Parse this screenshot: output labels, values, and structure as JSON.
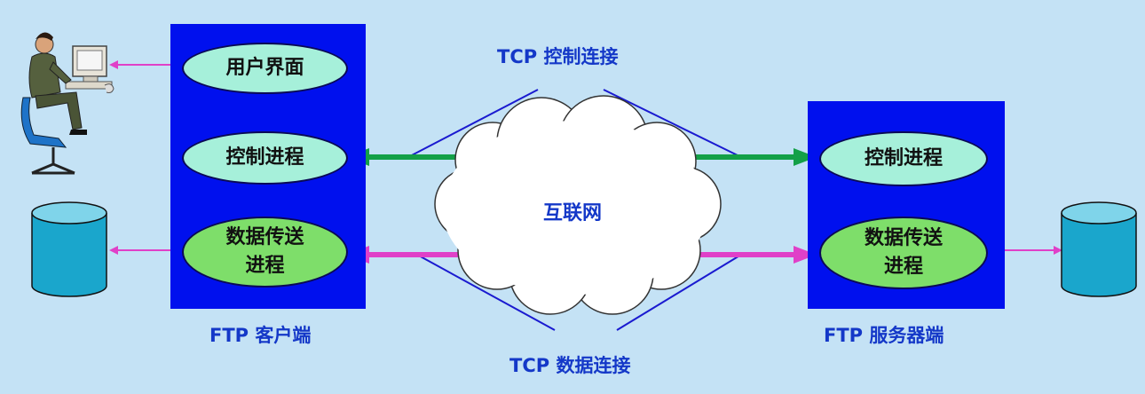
{
  "client": {
    "caption": "FTP 客户端",
    "ui": "用户界面",
    "control": "控制进程",
    "data_line1": "数据传送",
    "data_line2": "进程"
  },
  "server": {
    "caption": "FTP 服务器端",
    "control": "控制进程",
    "data_line1": "数据传送",
    "data_line2": "进程"
  },
  "labels": {
    "tcp_control": "TCP 控制连接",
    "tcp_data": "TCP 数据连接",
    "internet": "互联网"
  },
  "colors": {
    "box": "#0010ee",
    "control_arrow": "#13a047",
    "data_arrow": "#e040c8",
    "caption": "#1438c8"
  }
}
